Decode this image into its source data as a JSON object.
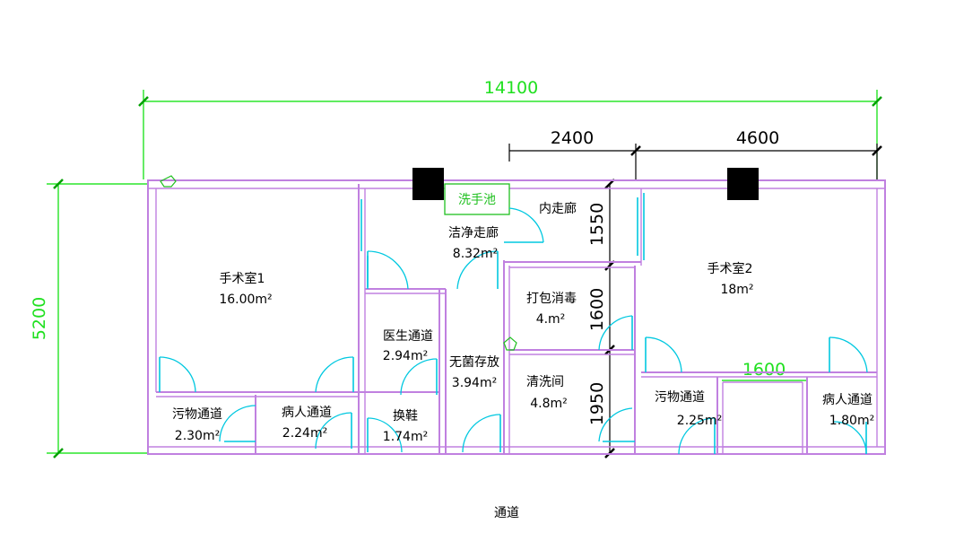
{
  "dimensions": {
    "overall_width": "14100",
    "overall_height": "5200",
    "seg_2400": "2400",
    "seg_4600": "4600",
    "seg_1600_h": "1600",
    "seg_1550": "1550",
    "seg_1600_v": "1600",
    "seg_1950": "1950"
  },
  "rooms": {
    "or1_name": "手术室1",
    "or1_area": "16.00m²",
    "or2_name": "手术室2",
    "or2_area": "18m²",
    "clean_corridor_name": "洁净走廊",
    "clean_corridor_area": "8.32m²",
    "inner_corridor_name": "内走廊",
    "sink_label": "洗手池",
    "pack_name": "打包消毒",
    "pack_area": "4.m²",
    "wash_name": "清洗间",
    "wash_area": "4.8m²",
    "doctor_name": "医生通道",
    "doctor_area": "2.94m²",
    "sterile_name": "无菌存放",
    "sterile_area": "3.94m²",
    "shoe_name": "换鞋",
    "shoe_area": "1.74m²",
    "dirty1_name": "污物通道",
    "dirty1_area": "2.30m²",
    "patient1_name": "病人通道",
    "patient1_area": "2.24m²",
    "dirty2_name": "污物通道",
    "dirty2_area": "2.25m²",
    "patient2_name": "病人通道",
    "patient2_area": "1.80m²",
    "hall_name": "通道"
  },
  "colors": {
    "wall": "#c080e0",
    "door": "#00c8e0",
    "dimension": "#00e000",
    "column": "#000000"
  }
}
